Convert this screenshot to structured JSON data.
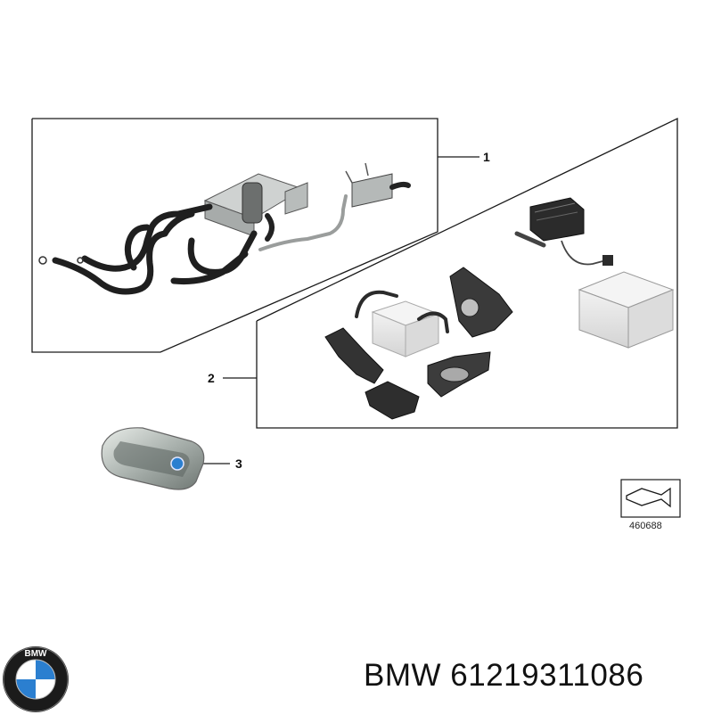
{
  "callouts": [
    {
      "number": "1"
    },
    {
      "number": "2"
    },
    {
      "number": "3"
    }
  ],
  "reference_box": {
    "code": "460688"
  },
  "caption": {
    "brand": "BMW",
    "part_number": "61219311086"
  },
  "logo": {
    "text": "BMW",
    "icon": "bmw-roundel-icon"
  },
  "colors": {
    "lines": "#1a1a1a",
    "part_gray": "#cfcfcf",
    "part_dark": "#2b2b2b",
    "logo_blue": "#2b7fd0"
  }
}
